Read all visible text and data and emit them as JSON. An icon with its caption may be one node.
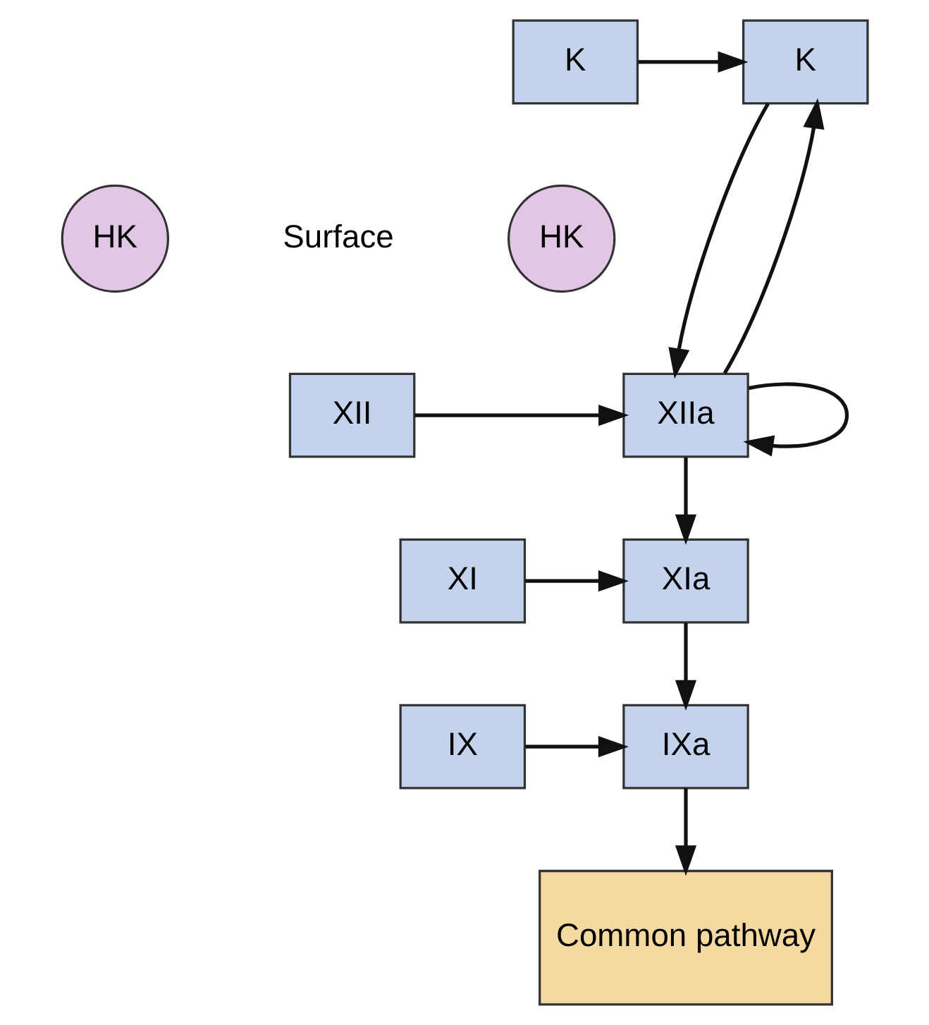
{
  "diagram": {
    "nodes": [
      {
        "text": [
          "K"
        ]
      },
      {
        "text": [
          "K"
        ]
      },
      {
        "text": [
          "HK"
        ]
      },
      {
        "text": [
          "HK"
        ]
      },
      {
        "text": [
          "XII"
        ]
      },
      {
        "text": [
          "XIIa"
        ]
      },
      {
        "text": [
          "XI"
        ]
      },
      {
        "text": [
          "XIa"
        ]
      },
      {
        "text": [
          "IX"
        ]
      },
      {
        "text": [
          "IXa"
        ]
      },
      {
        "text": [
          "Common pathway"
        ]
      }
    ],
    "edges": [
      {
        "from": 1,
        "to": 0,
        "arrow": "to"
      },
      {
        "from": 5,
        "to": 0,
        "arrow": "to"
      },
      {
        "from": 0,
        "to": 5,
        "arrow": "to"
      },
      {
        "from": 4,
        "to": 5,
        "arrow": "to"
      },
      {
        "from": 5,
        "to": 5,
        "arrow": "to"
      },
      {
        "from": 5,
        "to": 7,
        "arrow": "to"
      },
      {
        "from": 6,
        "to": 7,
        "arrow": "to"
      },
      {
        "from": 7,
        "to": 9,
        "arrow": "to"
      },
      {
        "from": 8,
        "to": 9,
        "arrow": "to"
      },
      {
        "from": 9,
        "to": 10,
        "arrow": "to"
      }
    ],
    "labels": [
      "Surface"
    ]
  }
}
